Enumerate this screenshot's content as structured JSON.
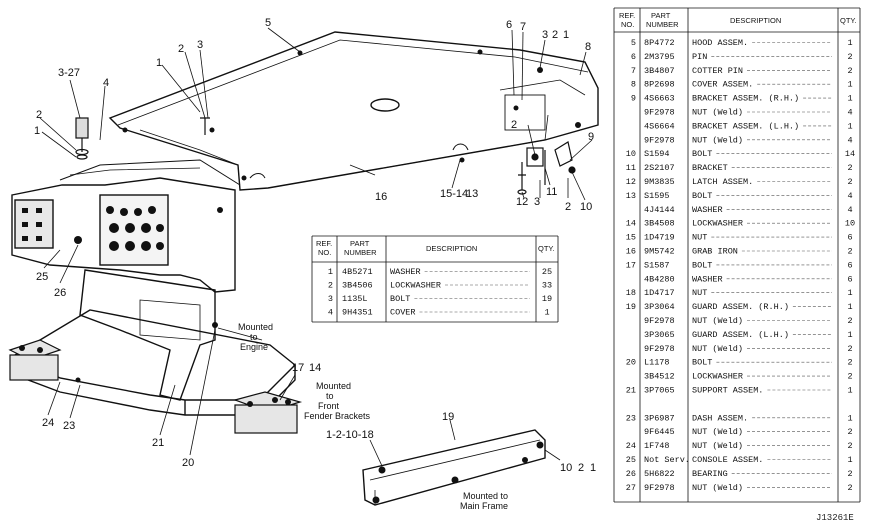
{
  "callouts": [
    "5",
    "6",
    "7",
    "3",
    "2",
    "1",
    "8",
    "3-27",
    "4",
    "2",
    "3",
    "2",
    "1",
    "2",
    "1",
    "9",
    "2",
    "10",
    "11",
    "3",
    "12",
    "13",
    "15-14",
    "16",
    "25",
    "26",
    "24",
    "23",
    "21",
    "20",
    "17",
    "14",
    "1-2-10-18",
    "19",
    "10",
    "2",
    "1"
  ],
  "notes": {
    "engine": [
      "Mounted",
      "to",
      "Engine"
    ],
    "fender": [
      "Mounted",
      "to",
      "Front",
      "Fender Brackets"
    ],
    "main_frame": [
      "Mounted to",
      "Main Frame"
    ]
  },
  "small_table": {
    "headers": [
      [
        "REF.",
        "NO."
      ],
      [
        "PART",
        "NUMBER"
      ],
      [
        "DESCRIPTION"
      ],
      [
        "QTY."
      ]
    ],
    "rows": [
      [
        "1",
        "4B5271",
        "WASHER",
        "25"
      ],
      [
        "2",
        "3B4506",
        "LOCKWASHER",
        "33"
      ],
      [
        "3",
        "1135L",
        "BOLT",
        "19"
      ],
      [
        "4",
        "9H4351",
        "COVER",
        "1"
      ]
    ]
  },
  "main_table": {
    "headers": [
      [
        "REF.",
        "NO."
      ],
      [
        "PART",
        "NUMBER"
      ],
      [
        "DESCRIPTION"
      ],
      [
        "QTY."
      ]
    ],
    "rows": [
      [
        "5",
        "8P4772",
        "HOOD ASSEM.",
        "1"
      ],
      [
        "6",
        "2M3795",
        "PIN",
        "2"
      ],
      [
        "7",
        "3B4807",
        "COTTER PIN",
        "2"
      ],
      [
        "8",
        "8P2698",
        "COVER ASSEM.",
        "1"
      ],
      [
        "9",
        "4S6663",
        "BRACKET ASSEM. (R.H.)",
        "1"
      ],
      [
        "",
        "9F2978",
        "NUT (Weld)",
        "4"
      ],
      [
        "",
        "4S6664",
        "BRACKET ASSEM. (L.H.)",
        "1"
      ],
      [
        "",
        "9F2978",
        "NUT (Weld)",
        "4"
      ],
      [
        "10",
        "S1594",
        "BOLT",
        "14"
      ],
      [
        "11",
        "2S2107",
        "BRACKET",
        "2"
      ],
      [
        "12",
        "9M3835",
        "LATCH ASSEM.",
        "2"
      ],
      [
        "13",
        "S1595",
        "BOLT",
        "4"
      ],
      [
        "",
        "4J4144",
        "WASHER",
        "4"
      ],
      [
        "14",
        "3B4508",
        "LOCKWASHER",
        "10"
      ],
      [
        "15",
        "1D4719",
        "NUT",
        "6"
      ],
      [
        "16",
        "9M5742",
        "GRAB IRON",
        "2"
      ],
      [
        "17",
        "S1587",
        "BOLT",
        "6"
      ],
      [
        "",
        "4B4280",
        "WASHER",
        "6"
      ],
      [
        "18",
        "1D4717",
        "NUT",
        "1"
      ],
      [
        "19",
        "3P3064",
        "GUARD ASSEM. (R.H.)",
        "1"
      ],
      [
        "",
        "9F2978",
        "NUT (Weld)",
        "2"
      ],
      [
        "",
        "3P3065",
        "GUARD ASSEM. (L.H.)",
        "1"
      ],
      [
        "",
        "9F2978",
        "NUT (Weld)",
        "2"
      ],
      [
        "20",
        "L1178",
        "BOLT",
        "2"
      ],
      [
        "",
        "3B4512",
        "LOCKWASHER",
        "2"
      ],
      [
        "21",
        "3P7065",
        "SUPPORT ASSEM.",
        "1"
      ],
      [
        "",
        "",
        " ",
        ""
      ],
      [
        "23",
        "3P6987",
        "DASH ASSEM.",
        "1"
      ],
      [
        "",
        "9F6445",
        "NUT (Weld)",
        "2"
      ],
      [
        "24",
        "1F748",
        "NUT (Weld)",
        "2"
      ],
      [
        "25",
        "Not Serv.",
        "CONSOLE ASSEM.",
        "1"
      ],
      [
        "26",
        "5H6822",
        "BEARING",
        "2"
      ],
      [
        "27",
        "9F2978",
        "NUT (Weld)",
        "2"
      ]
    ]
  },
  "figure_id": "J13261E"
}
